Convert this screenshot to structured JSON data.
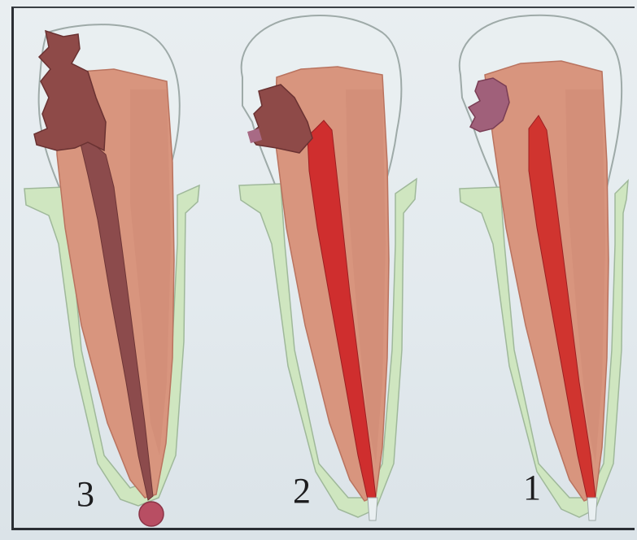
{
  "labels": {
    "tooth3": "3",
    "tooth2": "2",
    "tooth1": "1"
  },
  "colors": {
    "background": "#e3eaee",
    "enamel_outline": "#9aa5a3",
    "enamel_fill": "#e8eef0",
    "gum": "#cfe6c0",
    "dentin": "#d9957f",
    "pulp_healthy": "#d0342f",
    "decay": "#8e4a48",
    "caries_light": "#a0607a"
  }
}
